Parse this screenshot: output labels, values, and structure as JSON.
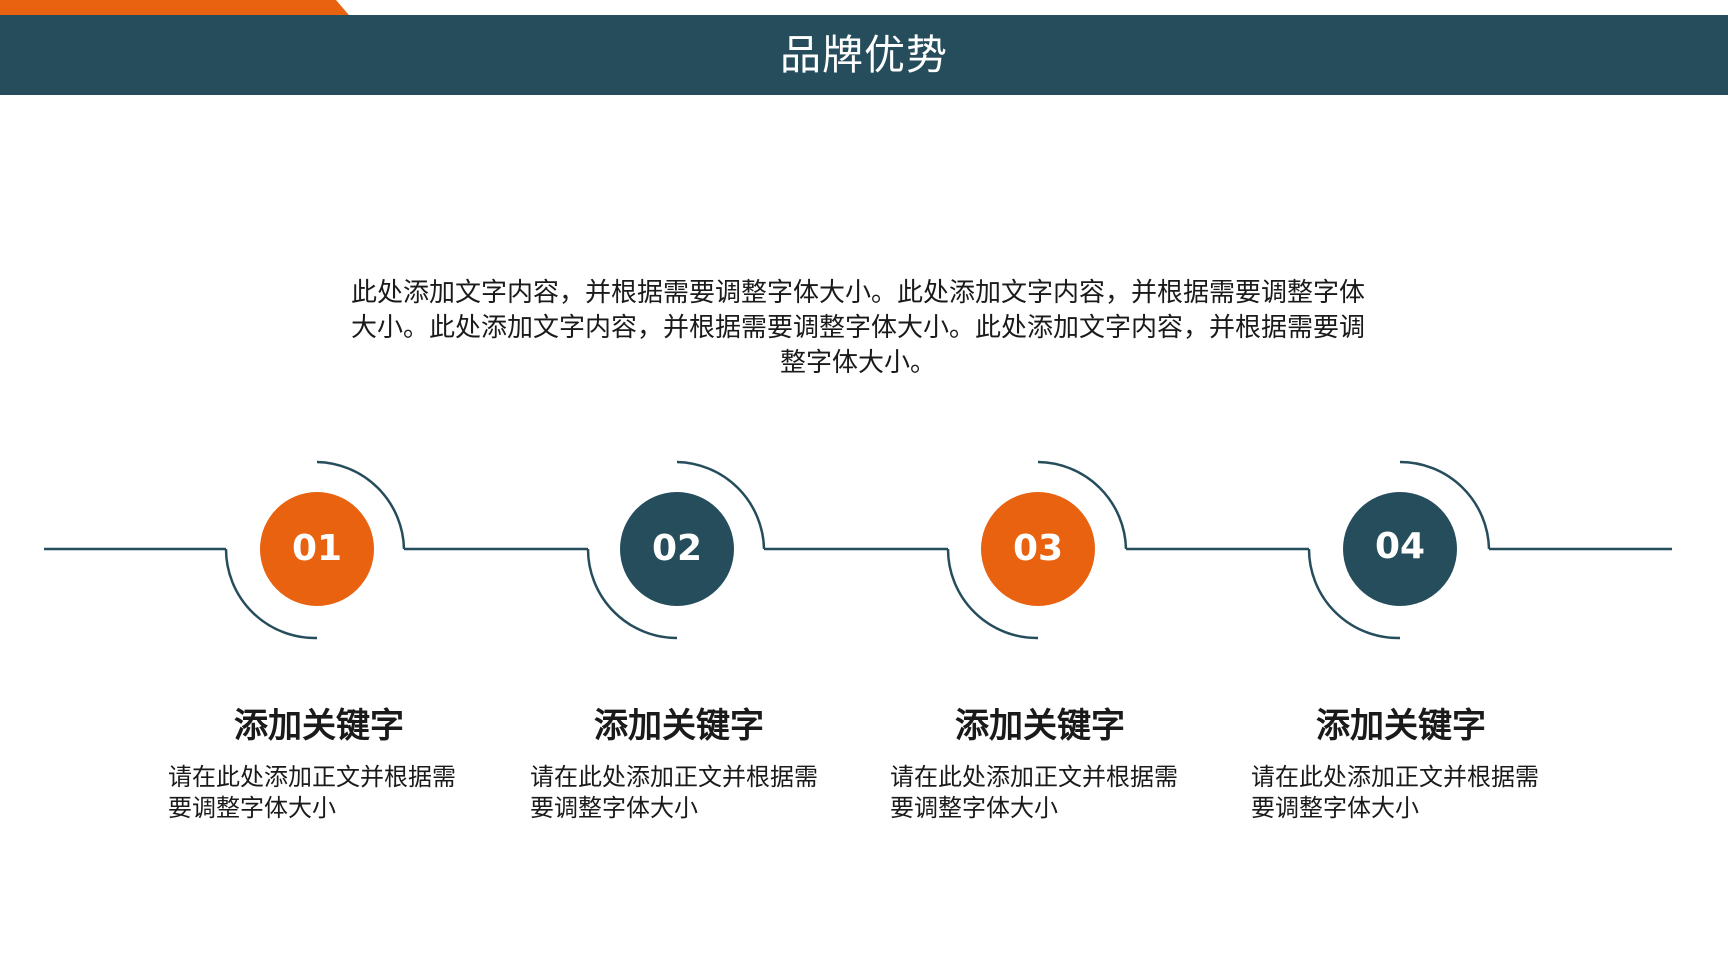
{
  "header": {
    "title": "品牌优势"
  },
  "intro_text": "此处添加文字内容，并根据需要调整字体大小。此处添加文字内容，并根据需要调整字体大小。此处添加文字内容，并根据需要调整字体大小。此处添加文字内容，并根据需要调整字体大小。",
  "colors": {
    "orange": "#e8620f",
    "dark_teal": "#264d5c",
    "white": "#ffffff"
  },
  "steps": [
    {
      "number": "01",
      "color": "orange",
      "title": "添加关键字",
      "desc": "请在此处添加正文并根据需要调整字体大小"
    },
    {
      "number": "02",
      "color": "dark_teal",
      "title": "添加关键字",
      "desc": "请在此处添加正文并根据需要调整字体大小"
    },
    {
      "number": "03",
      "color": "orange",
      "title": "添加关键字",
      "desc": "请在此处添加正文并根据需要调整字体大小"
    },
    {
      "number": "04",
      "color": "dark_teal",
      "title": "添加关键字",
      "desc": "请在此处添加正文并根据需要调整字体大小"
    }
  ]
}
